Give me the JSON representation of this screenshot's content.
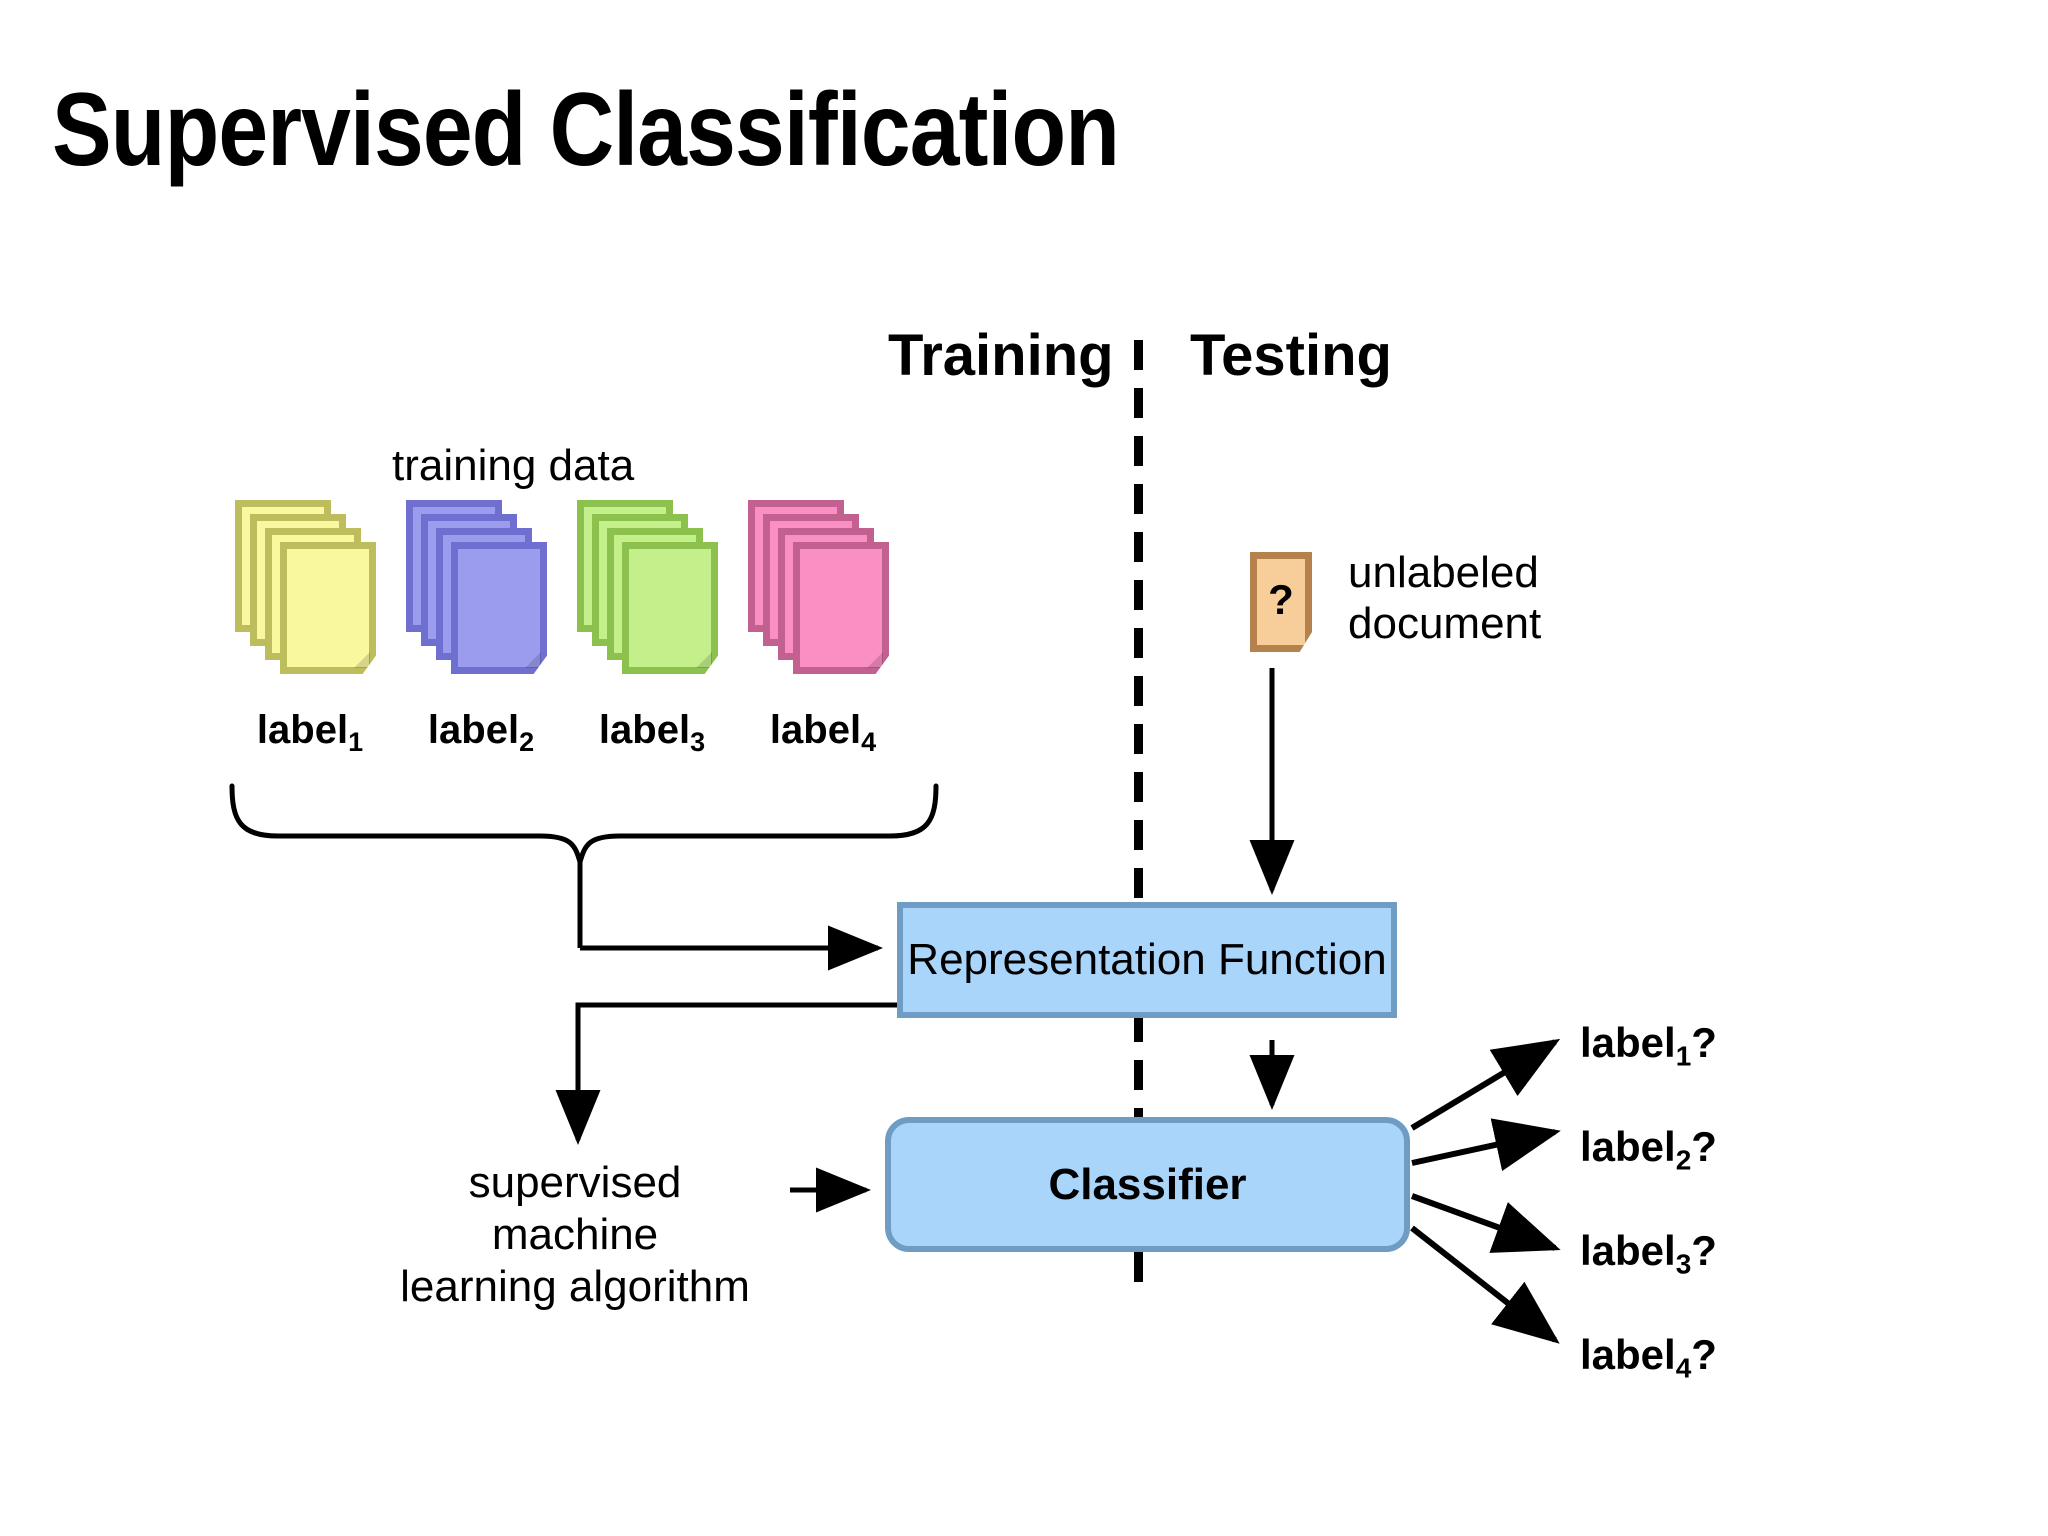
{
  "title": "Supervised Classification",
  "phases": {
    "training": "Training",
    "testing": "Testing"
  },
  "training_section": {
    "caption": "training data",
    "stacks": [
      {
        "label_base": "label",
        "label_sub": "1",
        "fill": "#faf89e",
        "border": "#bdbd5e"
      },
      {
        "label_base": "label",
        "label_sub": "2",
        "fill": "#9c9cef",
        "border": "#6f6fd0"
      },
      {
        "label_base": "label",
        "label_sub": "3",
        "fill": "#c4f08b",
        "border": "#8cc14e"
      },
      {
        "label_base": "label",
        "label_sub": "4",
        "fill": "#fa8fc4",
        "border": "#c26090"
      }
    ]
  },
  "testing_section": {
    "unlabeled_doc_glyph": "?",
    "unlabeled_doc_caption_line1": "unlabeled",
    "unlabeled_doc_caption_line2": "document",
    "doc_fill": "#f7cd99",
    "doc_border": "#b5814c"
  },
  "boxes": {
    "representation_function": "Representation Function",
    "classifier": "Classifier",
    "fill": "#a9d5fb",
    "border": "#6e9cc2"
  },
  "algorithm": {
    "line1": "supervised machine",
    "line2": "learning algorithm"
  },
  "outputs": [
    {
      "base": "label",
      "sub": "1",
      "suffix": "?"
    },
    {
      "base": "label",
      "sub": "2",
      "suffix": "?"
    },
    {
      "base": "label",
      "sub": "3",
      "suffix": "?"
    },
    {
      "base": "label",
      "sub": "4",
      "suffix": "?"
    }
  ],
  "colors": {
    "stroke": "#000000",
    "background": "#ffffff"
  }
}
